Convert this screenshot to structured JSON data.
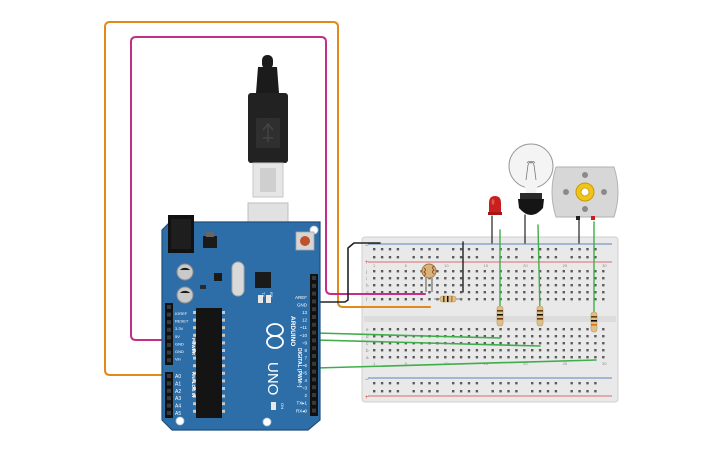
{
  "arduino": {
    "board_name": "UNO",
    "brand": "ARDUINO",
    "digital_label": "DIGITAL (PWM~)",
    "analog_label": "ANALOG IN",
    "power_label": "POWER",
    "on_label": "ON",
    "tx_label": "TX",
    "rx_label": "RX",
    "power_pins": [
      "IOREF",
      "RESET",
      "3.3V",
      "5V",
      "GND",
      "GND",
      "Vin"
    ],
    "analog_pins": [
      "A0",
      "A1",
      "A2",
      "A3",
      "A4",
      "A5"
    ],
    "digital_pins": [
      "AREF",
      "GND",
      "13",
      "12",
      "~11",
      "~10",
      "~9",
      "8",
      "7",
      "~6",
      "~5",
      "4",
      "~3",
      "2",
      "TX▸1",
      "RX◂0"
    ]
  },
  "breadboard": {
    "row_letters_top": [
      "j",
      "i",
      "h",
      "g",
      "f"
    ],
    "row_letters_bottom": [
      "e",
      "d",
      "c",
      "b",
      "a"
    ],
    "plus": "+",
    "minus": "−",
    "columns": [
      "1",
      "5",
      "10",
      "15",
      "20",
      "25",
      "30"
    ]
  },
  "colors": {
    "board": "#2d6ea8",
    "board_dark": "#1f4f7d",
    "breadboard": "#e9e9e9",
    "wire_orange": "#e08a1c",
    "wire_magenta": "#c42e86",
    "wire_green": "#3fae49",
    "wire_black": "#222222",
    "rail_red": "#d94040",
    "rail_blue": "#2f5fa8",
    "led_red": "#c8201e",
    "motor_gear": "#f0c419"
  },
  "components": {
    "led": "red-led",
    "bulb": "incandescent-bulb",
    "motor": "dc-motor",
    "photoresistor": "ldr",
    "usb": "usb-b-cable"
  }
}
